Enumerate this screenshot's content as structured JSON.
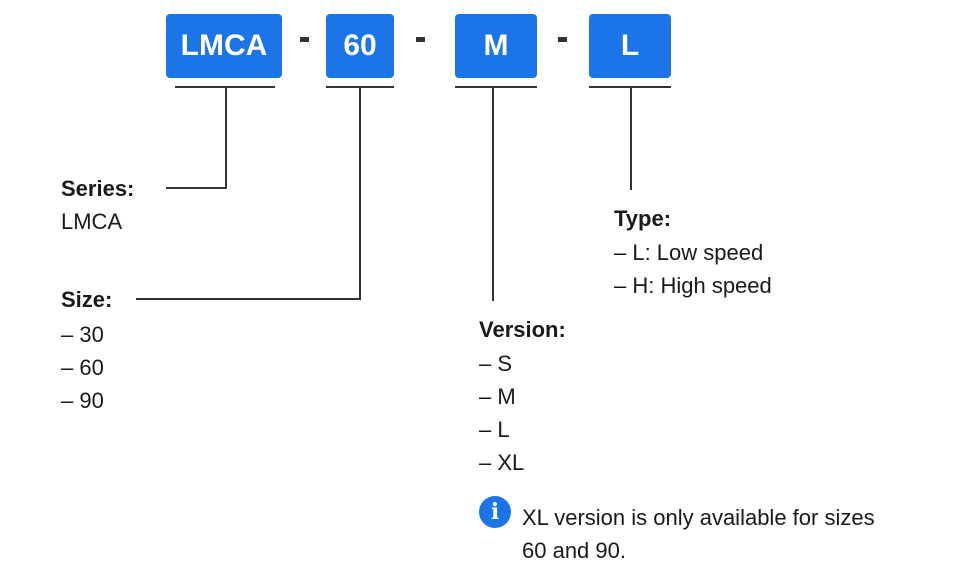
{
  "code_parts": [
    {
      "text": "LMCA"
    },
    {
      "text": "60"
    },
    {
      "text": "M"
    },
    {
      "text": "L"
    }
  ],
  "separator": "-",
  "series": {
    "label": "Series:",
    "options": [
      "LMCA"
    ]
  },
  "size": {
    "label": "Size:",
    "options": [
      "– 30",
      "– 60",
      "– 90"
    ]
  },
  "version": {
    "label": "Version:",
    "options": [
      "– S",
      "– M",
      "– L",
      "– XL"
    ]
  },
  "type": {
    "label": "Type:",
    "options": [
      "– L: Low speed",
      "– H: High speed"
    ]
  },
  "note": {
    "icon": "info-icon",
    "text": "XL version is only available for sizes 60 and 90."
  },
  "colors": {
    "accent": "#1b74e8",
    "line": "#333333",
    "text": "#1a1a1a"
  }
}
